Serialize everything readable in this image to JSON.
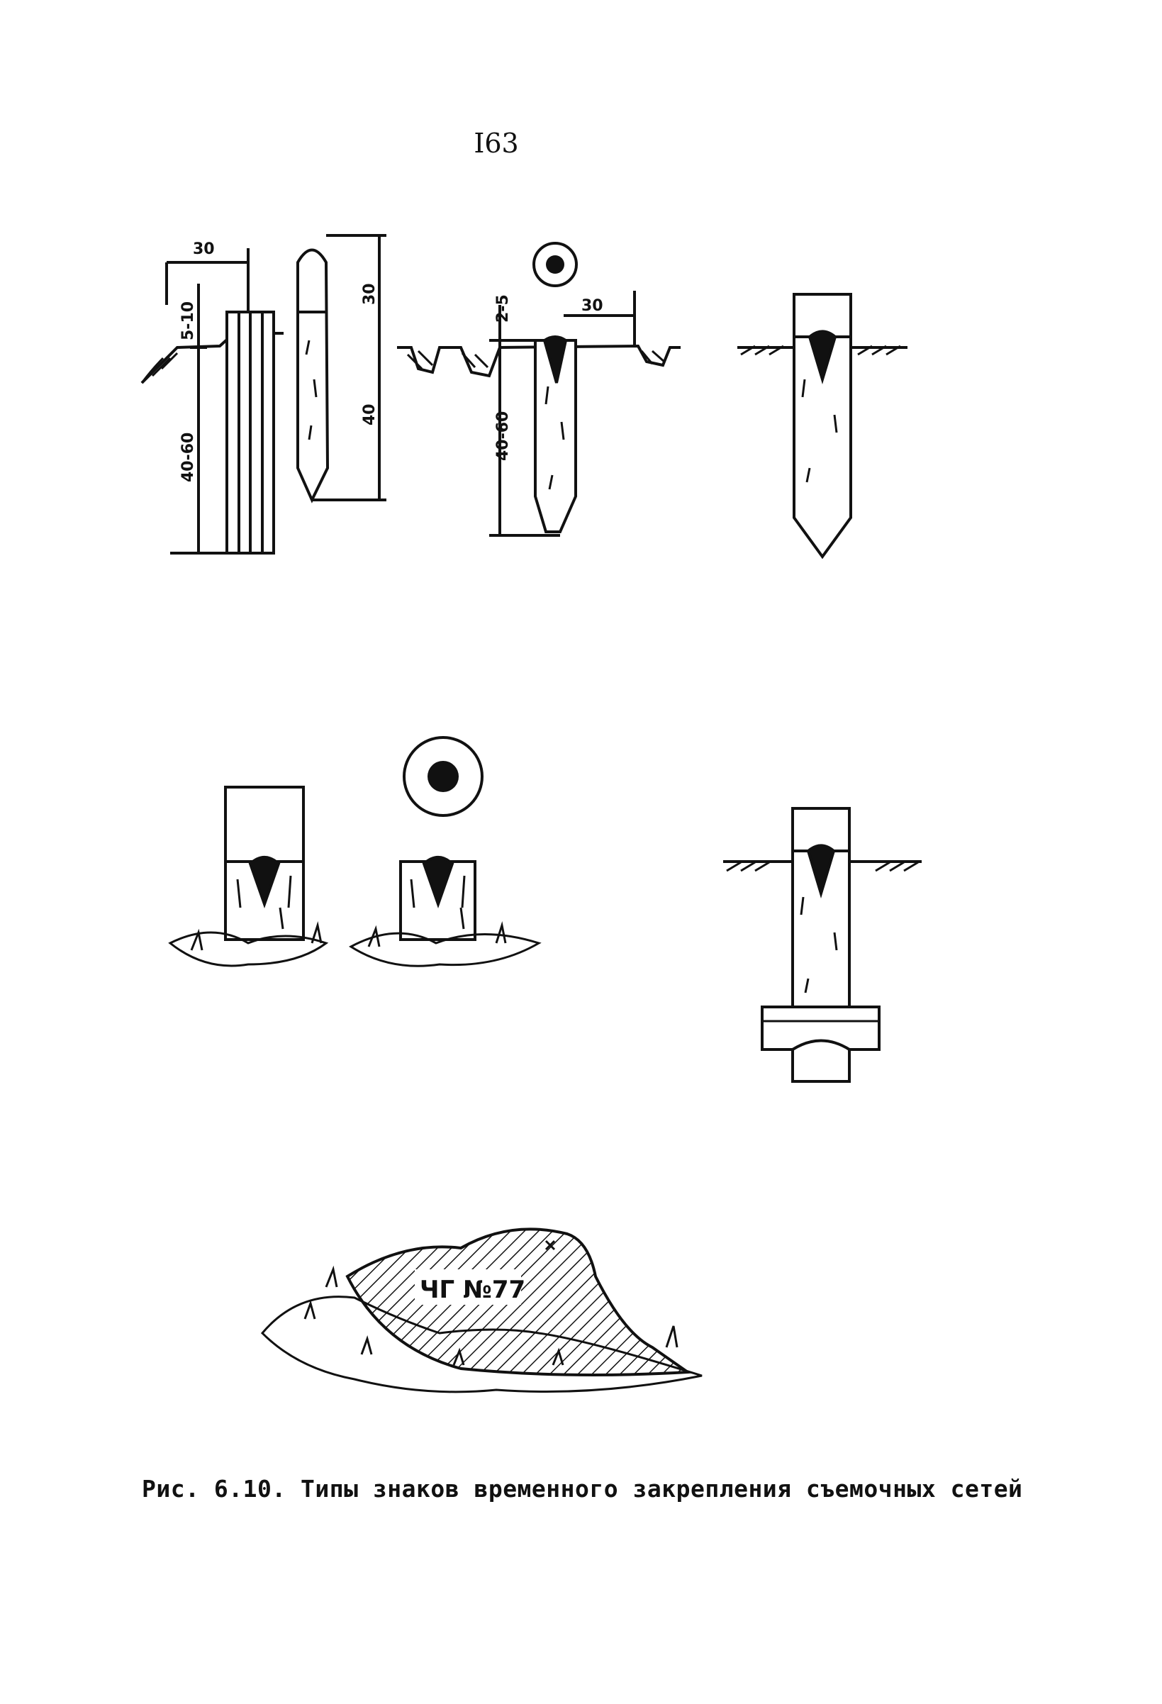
{
  "page": {
    "number": "I63"
  },
  "dimensions": {
    "d30_a": "30",
    "d5_10": "5-10",
    "d40_60_a": "40-60",
    "d30_b": "30",
    "d40": "40",
    "d25": "2-5",
    "d30_c": "30",
    "d40_60_b": "40-60"
  },
  "stone": {
    "inscription": "ЧГ №77"
  },
  "caption": {
    "text": "Рис. 6.10. Типы знаков временного закрепления съемочных сетей"
  }
}
